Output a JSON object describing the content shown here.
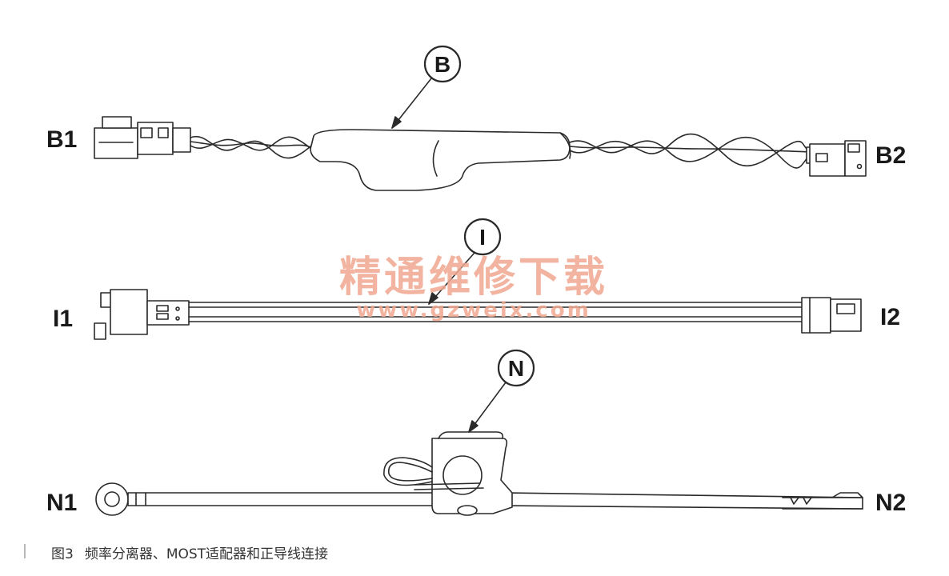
{
  "parts": {
    "B": {
      "callout": "B",
      "end_left": "B1",
      "end_right": "B2"
    },
    "I": {
      "callout": "I",
      "end_left": "I1",
      "end_right": "I2"
    },
    "N": {
      "callout": "N",
      "end_left": "N1",
      "end_right": "N2"
    }
  },
  "watermark": {
    "title": "精通维修下载",
    "url": "www.gzweix.com"
  },
  "caption": {
    "figure_no": "图3",
    "text": "频率分离器、MOST适配器和正导线连接"
  }
}
